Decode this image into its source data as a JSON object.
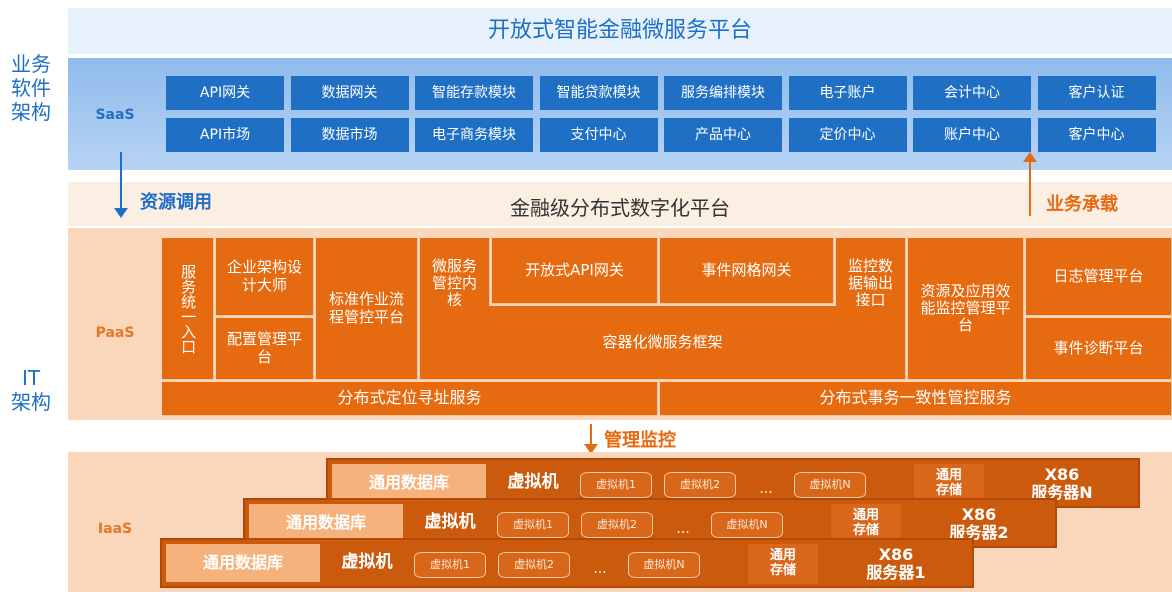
{
  "side_labels": {
    "business": "业务\n软件\n架构",
    "it": "IT\n架构"
  },
  "top": {
    "title": "开放式智能金融微服务平台"
  },
  "saas": {
    "label": "SaaS",
    "row1": [
      "API网关",
      "数据网关",
      "智能存款模块",
      "智能贷款模块",
      "服务编排模块",
      "电子账户",
      "会计中心",
      "客户认证"
    ],
    "row2": [
      "API市场",
      "数据市场",
      "电子商务模块",
      "支付中心",
      "产品中心",
      "定价中心",
      "账户中心",
      "客户中心"
    ]
  },
  "middle": {
    "left": "资源调用",
    "title": "金融级分布式数字化平台",
    "right": "业务承载"
  },
  "paas": {
    "label": "PaaS",
    "entry": "服务统一入口",
    "arch": "企业架构设计大师",
    "config": "配置管理平台",
    "std": "标准作业流程管控平台",
    "micro": "微服务管控内核",
    "api": "开放式API网关",
    "mesh": "事件网格网关",
    "monitor": "监控数据输出接口",
    "container": "容器化微服务框架",
    "perf": "资源及应用效能监控管理平台",
    "log": "日志管理平台",
    "diag": "事件诊断平台",
    "addr": "分布式定位寻址服务",
    "txn": "分布式事务一致性管控服务"
  },
  "mgmt": {
    "label": "管理监控"
  },
  "iaas": {
    "label": "IaaS",
    "db": "通用数据库",
    "vm": "虚拟机",
    "vm1": "虚拟机1",
    "vm2": "虚拟机2",
    "vmn": "虚拟机N",
    "dots": "...",
    "storage": "通用\n存储",
    "server1": "X86\n服务器1",
    "server2": "X86\n服务器2",
    "servern": "X86\n服务器N"
  },
  "colors": {
    "blue": "#1f6fc5",
    "orange": "#e66a10"
  }
}
